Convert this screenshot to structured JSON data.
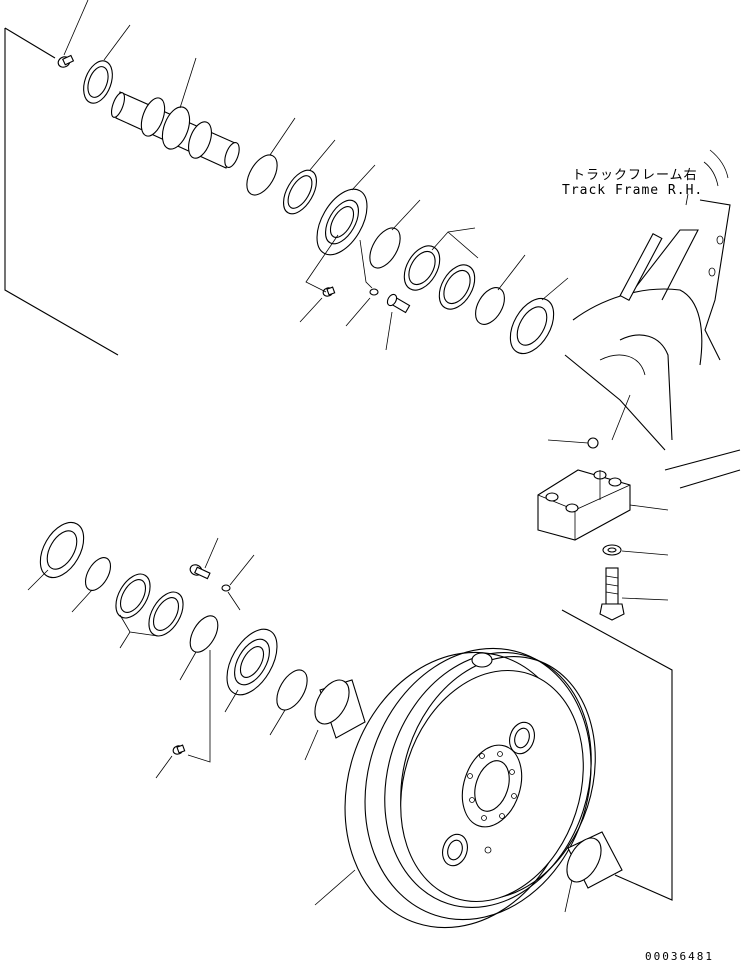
{
  "diagram": {
    "label_jp": "トラックフレーム右",
    "label_en": "Track Frame R.H.",
    "drawing_number": "00036481"
  },
  "colors": {
    "line": "#000000",
    "background": "#ffffff"
  }
}
